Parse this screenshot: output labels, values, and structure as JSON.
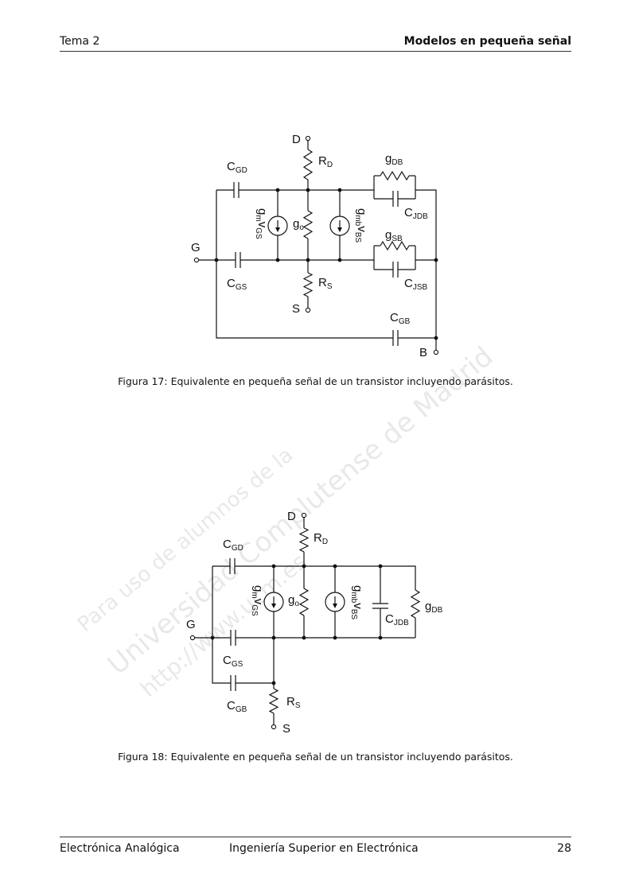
{
  "header": {
    "left": "Tema 2",
    "right": "Modelos en pequeña señal"
  },
  "footer": {
    "left": "Electrónica Analógica",
    "center": "Ingeniería Superior en Electrónica",
    "page": "28"
  },
  "watermark": {
    "line1": "Para uso de alumnos de la",
    "line2": "Universidad Complutense de Madrid",
    "line3": "http://www.ucm.es"
  },
  "figure17": {
    "caption": "Figura 17: Equivalente en pequeña señal de un transistor incluyendo parásitos.",
    "labels": {
      "D": "D",
      "G": "G",
      "S": "S",
      "B": "B",
      "R": "R",
      "C": "C",
      "g": "g",
      "v": "v",
      "sub_D": "D",
      "sub_S": "S",
      "sub_GD": "GD",
      "sub_GS": "GS",
      "sub_GB": "GB",
      "sub_DB": "DB",
      "sub_SB": "SB",
      "sub_JDB": "JDB",
      "sub_JSB": "JSB",
      "sub_m": "m",
      "sub_mb": "mb",
      "sub_o": "o",
      "sub_BS": "BS"
    }
  },
  "figure18": {
    "caption": "Figura 18: Equivalente en pequeña señal de un transistor incluyendo parásitos."
  }
}
